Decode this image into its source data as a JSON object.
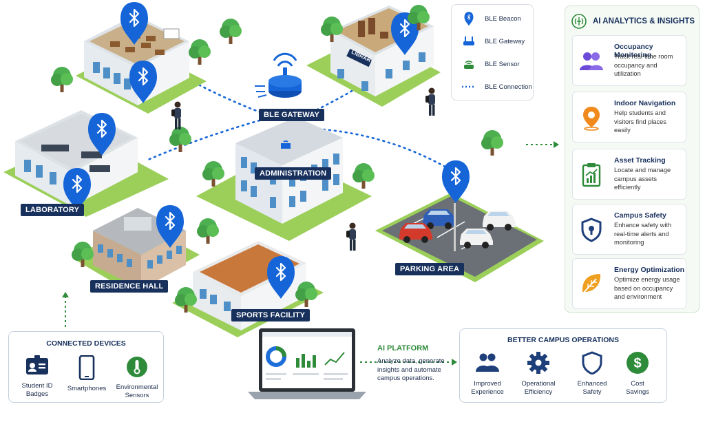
{
  "buildings": {
    "administration": "ADMINISTRATION",
    "laboratory": "LABORATORY",
    "residence_hall": "RESIDENCE HALL",
    "sports_facility": "SPORTS FACILITY",
    "parking_area": "PARKING AREA",
    "library_sign": "LIBRARY"
  },
  "gateway_label": "BLE GATEWAY",
  "legend": {
    "items": [
      {
        "icon": "bluetooth-beacon-icon",
        "label": "BLE Beacon"
      },
      {
        "icon": "ble-gateway-icon",
        "label": "BLE Gateway"
      },
      {
        "icon": "ble-sensor-icon",
        "label": "BLE Sensor"
      },
      {
        "icon": "dotted-line-icon",
        "label": "BLE Connection"
      }
    ]
  },
  "analytics": {
    "title": "AI ANALYTICS & INSIGHTS",
    "items": [
      {
        "icon": "people-icon",
        "title": "Occupancy Monitoring",
        "desc": "Track real-time room occupancy and utilization",
        "color": "#6c4bd8"
      },
      {
        "icon": "map-pin-icon",
        "title": "Indoor Navigation",
        "desc": "Help students and visitors find places easily",
        "color": "#f08a1c"
      },
      {
        "icon": "clipboard-chart-icon",
        "title": "Asset Tracking",
        "desc": "Locate and manage campus assets efficiently",
        "color": "#2e8b3a"
      },
      {
        "icon": "shield-icon",
        "title": "Campus Safety",
        "desc": "Enhance safety with real-time alerts and monitoring",
        "color": "#1e3f7a"
      },
      {
        "icon": "leaf-icon",
        "title": "Energy Optimization",
        "desc": "Optimize energy usage based on occupancy and environment",
        "color": "#f0a020"
      }
    ]
  },
  "devices": {
    "title": "CONNECTED DEVICES",
    "items": [
      {
        "icon": "id-badge-icon",
        "label": "Student ID\nBadges"
      },
      {
        "icon": "smartphone-icon",
        "label": "Smartphones"
      },
      {
        "icon": "thermometer-sensor-icon",
        "label": "Environmental\nSensors"
      }
    ]
  },
  "platform": {
    "title": "AI PLATFORM",
    "desc": "Analyze data, generate insights and automate campus operations."
  },
  "operations": {
    "title": "BETTER CAMPUS OPERATIONS",
    "items": [
      {
        "icon": "people-icon",
        "label": "Improved\nExperience",
        "color": "#1e3f7a"
      },
      {
        "icon": "gear-icon",
        "label": "Operational\nEfficiency",
        "color": "#1e3f7a"
      },
      {
        "icon": "shield-icon",
        "label": "Enhanced\nSafety",
        "color": "#1e3f7a"
      },
      {
        "icon": "dollar-icon",
        "label": "Cost\nSavings",
        "color": "#2e8b3a"
      }
    ]
  },
  "colors": {
    "navy": "#17305c",
    "ble_blue": "#1565d8",
    "green": "#2e8b3a",
    "grass": "#8cc63f"
  }
}
